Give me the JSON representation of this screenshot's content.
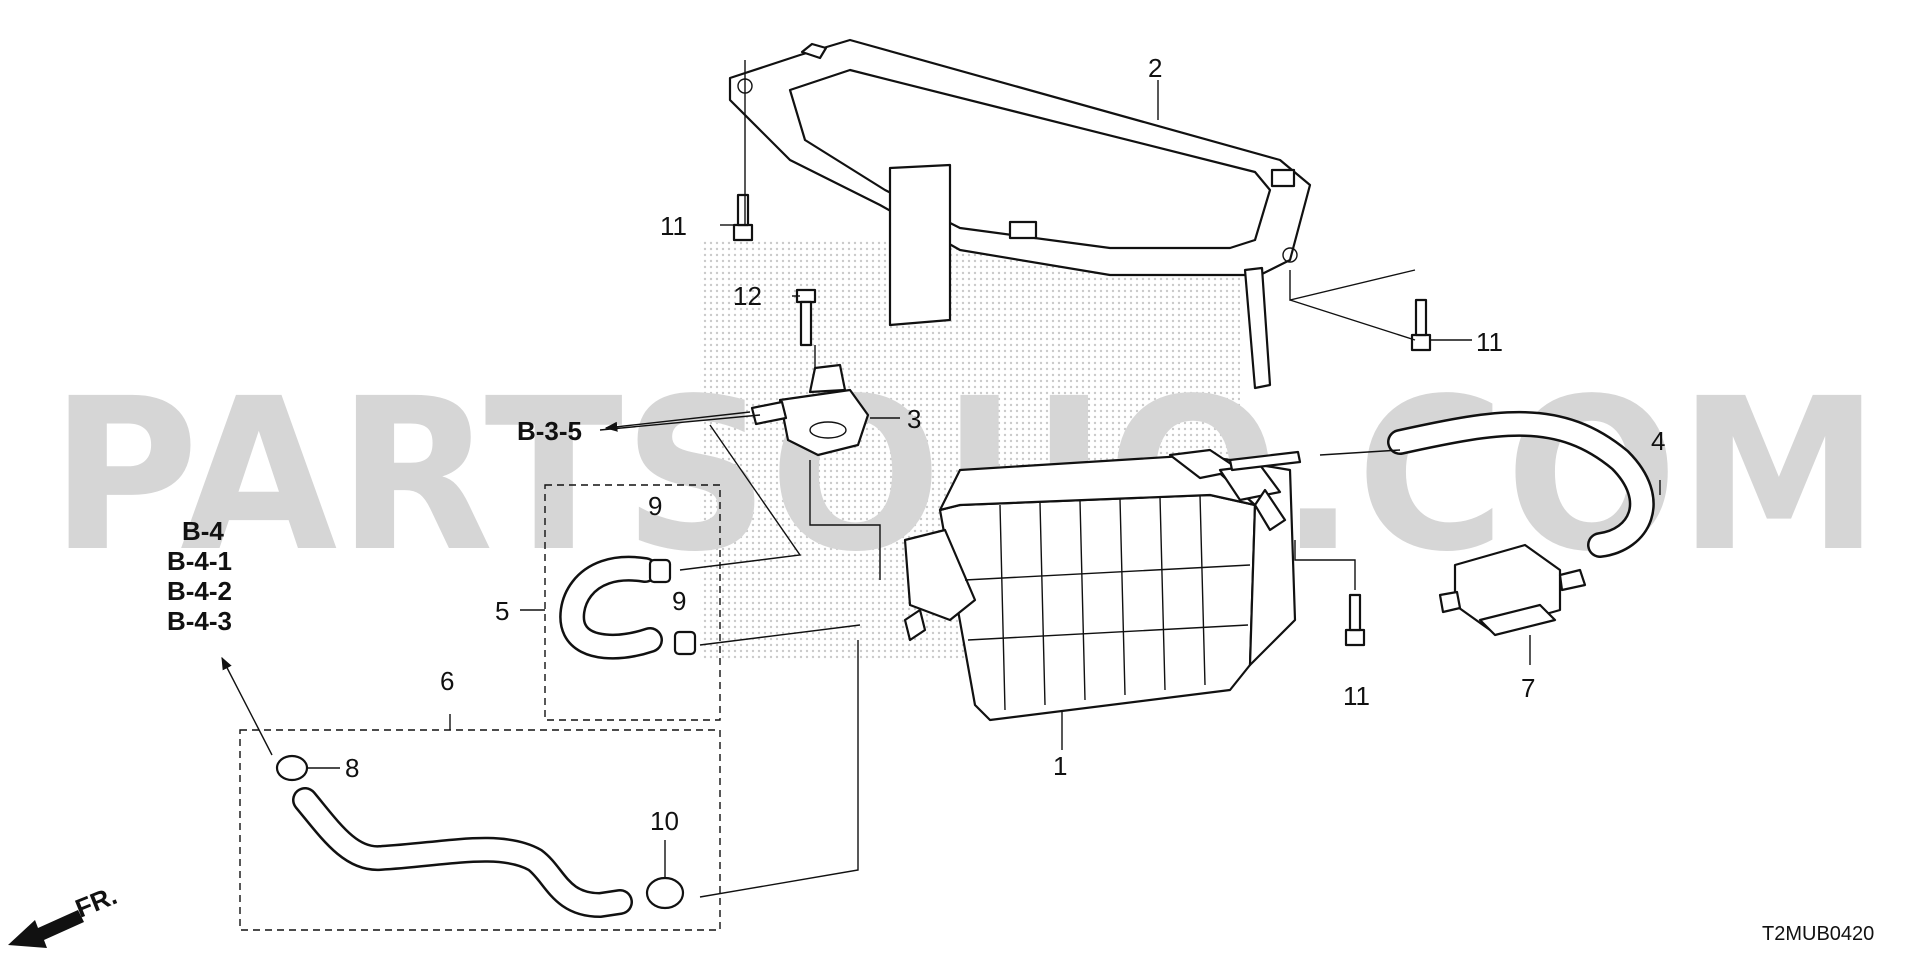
{
  "watermark": "PARTSOUQ.COM",
  "diagram_code": "T2MUB0420",
  "direction_label": "FR.",
  "refs": {
    "b35": "B-3-5",
    "b4": "B-4",
    "b41": "B-4-1",
    "b42": "B-4-2",
    "b43": "B-4-3"
  },
  "callouts": {
    "c1": "1",
    "c2": "2",
    "c3": "3",
    "c4": "4",
    "c5": "5",
    "c6": "6",
    "c7": "7",
    "c8": "8",
    "c9a": "9",
    "c9b": "9",
    "c10": "10",
    "c11a": "11",
    "c11b": "11",
    "c11c": "11",
    "c12": "12"
  }
}
